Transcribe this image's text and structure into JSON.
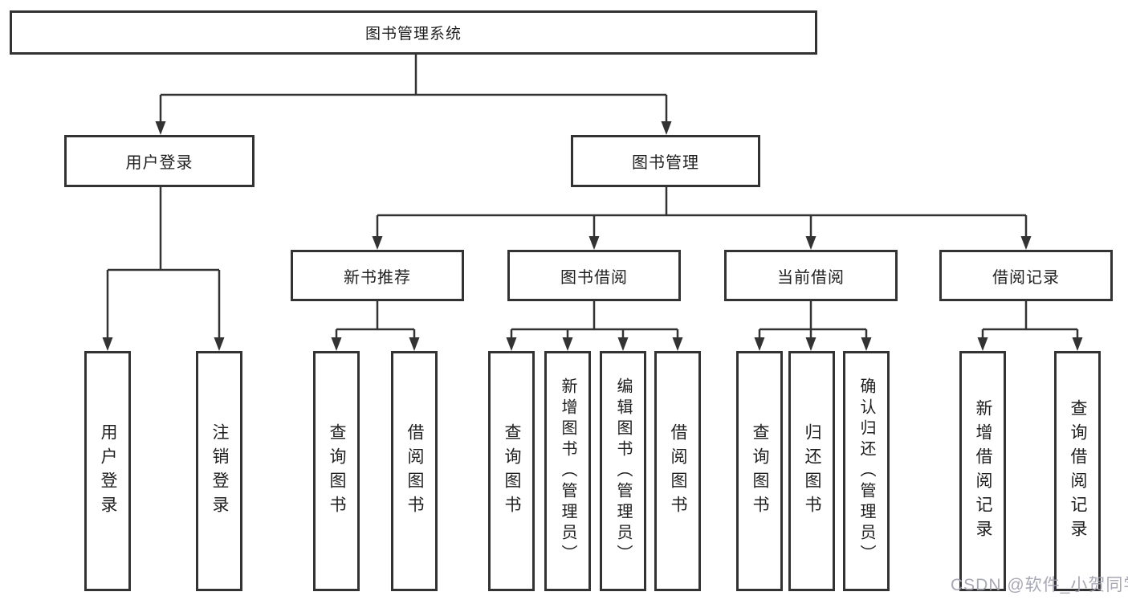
{
  "root": {
    "label": "图书管理系统"
  },
  "level2": [
    {
      "label": "用户登录",
      "children": [
        "用户登录",
        "注销登录"
      ]
    },
    {
      "label": "图书管理"
    }
  ],
  "level3": [
    {
      "label": "新书推荐",
      "children": [
        "查询图书",
        "借阅图书"
      ]
    },
    {
      "label": "图书借阅",
      "children": [
        "查询图书",
        "新增图书（管理员）",
        "编辑图书（管理员）",
        "借阅图书"
      ]
    },
    {
      "label": "当前借阅",
      "children": [
        "查询图书",
        "归还图书",
        "确认归还（管理员）"
      ]
    },
    {
      "label": "借阅记录",
      "children": [
        "新增借阅记录",
        "查询借阅记录"
      ]
    }
  ],
  "watermark": "CSDN @软件_小贺同学",
  "colors": {
    "line": "#333333",
    "border": "#333333",
    "text": "#1f1f1f",
    "watermark": "#9ea0ad",
    "background": "#ffffff"
  }
}
